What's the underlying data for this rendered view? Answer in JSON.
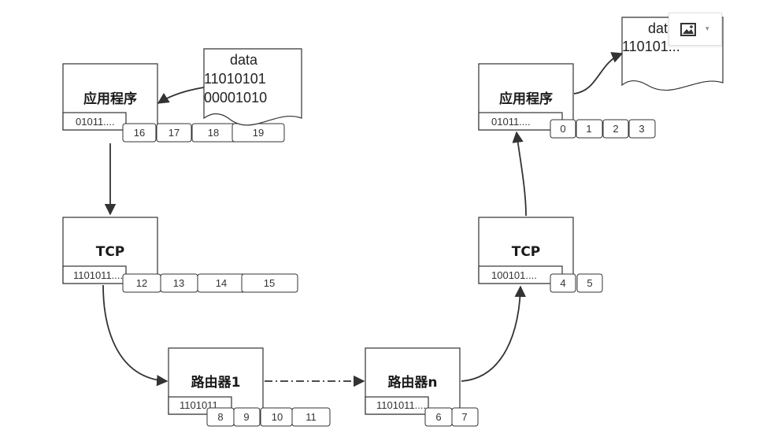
{
  "nodes": {
    "sender_app": {
      "title": "应用程序",
      "sub": "01011....",
      "cells": [
        "16",
        "17",
        "18",
        "19"
      ]
    },
    "sender_tcp": {
      "title": "TCP",
      "sub": "1101011....",
      "cells": [
        "12",
        "13",
        "14",
        "15"
      ]
    },
    "router1": {
      "title": "路由器1",
      "sub": "1101011....",
      "cells": [
        "8",
        "9",
        "10",
        "11"
      ]
    },
    "routern": {
      "title": "路由器n",
      "sub": "1101011....",
      "cells": [
        "6",
        "7"
      ]
    },
    "receiver_tcp": {
      "title": "TCP",
      "sub": "100101....",
      "cells": [
        "4",
        "5"
      ]
    },
    "receiver_app": {
      "title": "应用程序",
      "sub": "01011....",
      "cells": [
        "0",
        "1",
        "2",
        "3"
      ]
    }
  },
  "documents": {
    "input": {
      "lines": [
        "data",
        "11010101",
        "00001010"
      ]
    },
    "output": {
      "lines": [
        "data",
        "110101..."
      ]
    }
  },
  "toolbar": {
    "icon": "image-icon",
    "caret": "▾"
  }
}
